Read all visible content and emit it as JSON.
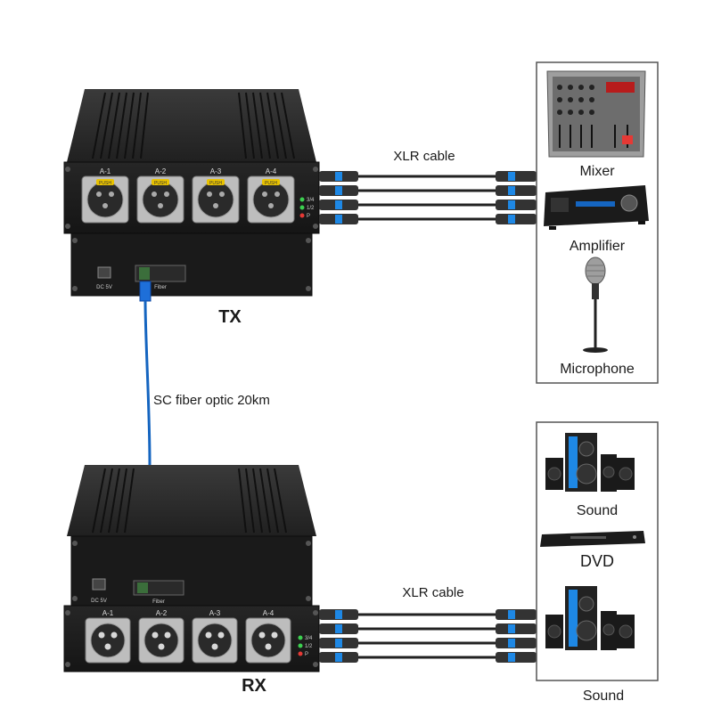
{
  "transmitter": {
    "label": "TX",
    "ports": [
      "A-1",
      "A-2",
      "A-3",
      "A-4"
    ],
    "jack_text": "PUSH",
    "leds": [
      "3/4",
      "1/2",
      "P"
    ],
    "power_label": "DC 5V",
    "fiber_label": "Fiber"
  },
  "receiver": {
    "label": "RX",
    "ports": [
      "A-1",
      "A-2",
      "A-3",
      "A-4"
    ],
    "leds": [
      "3/4",
      "1/2",
      "P"
    ],
    "power_label": "DC 5V",
    "fiber_label": "Fiber"
  },
  "fiber_link": {
    "label": "SC fiber optic 20km"
  },
  "cables": {
    "top_label": "XLR cable",
    "bottom_label": "XLR cable"
  },
  "source_devices": [
    "Mixer",
    "Amplifier",
    "Microphone"
  ],
  "output_devices": [
    "Sound",
    "DVD",
    "Sound"
  ],
  "colors": {
    "chassis": "#1c1c1c",
    "fiber_cable": "#1565c0",
    "connector_accent": "#1e88e5",
    "panel_border": "#555555"
  }
}
